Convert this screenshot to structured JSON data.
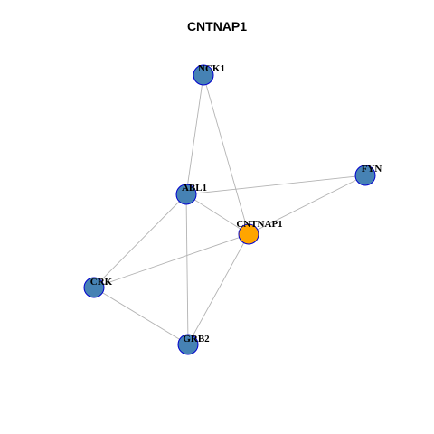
{
  "title": "CNTNAP1",
  "colors": {
    "node_fill": "#4682B4",
    "node_stroke": "#0000CD",
    "center_fill": "#FFA500",
    "center_stroke": "#0000CD",
    "edge": "#B3B3B3"
  },
  "nodes": [
    {
      "id": "NCK1",
      "label": "NCK1",
      "center": false
    },
    {
      "id": "FYN",
      "label": "FYN",
      "center": false
    },
    {
      "id": "ABL1",
      "label": "ABL1",
      "center": false
    },
    {
      "id": "CNTNAP1",
      "label": "CNTNAP1",
      "center": true
    },
    {
      "id": "CRK",
      "label": "CRK",
      "center": false
    },
    {
      "id": "GRB2",
      "label": "GRB2",
      "center": false
    }
  ],
  "edges": [
    [
      "NCK1",
      "ABL1"
    ],
    [
      "NCK1",
      "CNTNAP1"
    ],
    [
      "ABL1",
      "FYN"
    ],
    [
      "ABL1",
      "CNTNAP1"
    ],
    [
      "ABL1",
      "CRK"
    ],
    [
      "ABL1",
      "GRB2"
    ],
    [
      "FYN",
      "CNTNAP1"
    ],
    [
      "CNTNAP1",
      "CRK"
    ],
    [
      "CNTNAP1",
      "GRB2"
    ],
    [
      "CRK",
      "GRB2"
    ]
  ]
}
